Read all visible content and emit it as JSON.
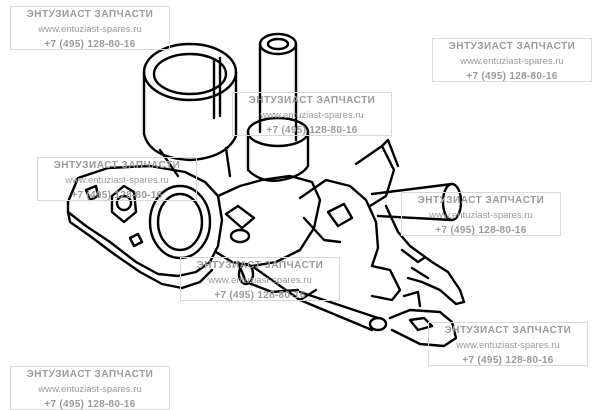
{
  "watermarks": [
    {
      "company": "ЭНТУЗИАСТ ЗАПЧАСТИ",
      "site": "www.entuziast-spares.ru",
      "phone": "+7 (495) 128-80-16"
    },
    {
      "company": "ЭНТУЗИАСТ ЗАПЧАСТИ",
      "site": "www.entuziast-spares.ru",
      "phone": "+7 (495) 128-80-16"
    },
    {
      "company": "ЭНТУЗИАСТ ЗАПЧАСТИ",
      "site": "www.entuziast-spares.ru",
      "phone": "+7 (495) 128-80-16"
    },
    {
      "company": "ЭНТУЗИАСТ ЗАПЧАСТИ",
      "site": "www.entuziast-spares.ru",
      "phone": "+7 (495) 128-80-16"
    },
    {
      "company": "ЭНТУЗИАСТ ЗАПЧАСТИ",
      "site": "www.entuziast-spares.ru",
      "phone": "+7 (495) 128-80-16"
    },
    {
      "company": "ЭНТУЗИАСТ ЗАПЧАСТИ",
      "site": "www.entuziast-spares.ru",
      "phone": "+7 (495) 128-80-16"
    },
    {
      "company": "ЭНТУЗИАСТ ЗАПЧАСТИ",
      "site": "www.entuziast-spares.ru",
      "phone": "+7 (495) 128-80-16"
    },
    {
      "company": "ЭНТУЗИАСТ ЗАПЧАСТИ",
      "site": "www.entuziast-spares.ru",
      "phone": "+7 (495) 128-80-16"
    }
  ],
  "colors": {
    "line": "#000000",
    "watermark": "#9a9a9a",
    "background": "#ffffff"
  },
  "figure": {
    "subject": "carburetor-body-line-drawing"
  }
}
